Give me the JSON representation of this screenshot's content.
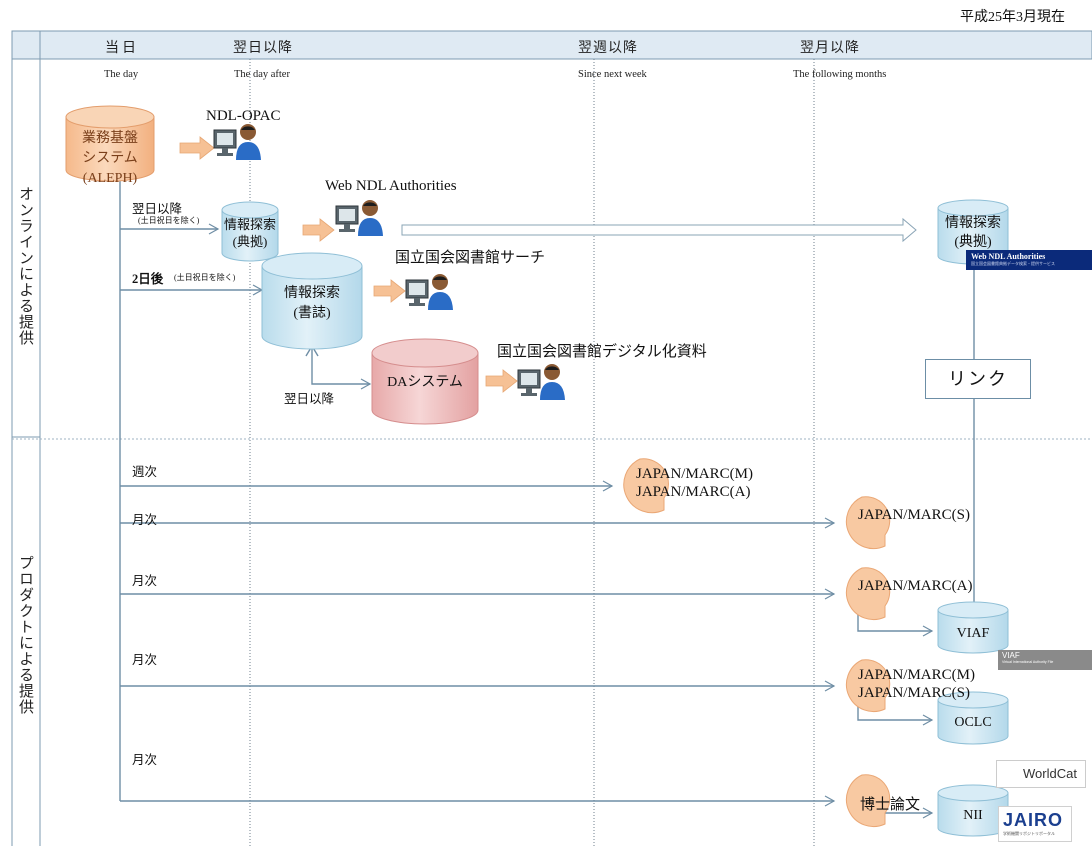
{
  "date_note": "平成25年3月現在",
  "columns": [
    {
      "ja": "当日",
      "en": "The day"
    },
    {
      "ja": "翌日以降",
      "en": "The day after"
    },
    {
      "ja": "翌週以降",
      "en": "Since next week"
    },
    {
      "ja": "翌月以降",
      "en": "The following months"
    }
  ],
  "rows": {
    "online": "オンラインによる提供",
    "product": "プロダクトによる提供"
  },
  "source_system": {
    "line1": "業務基盤",
    "line2": "システム",
    "line3": "(ALEPH)"
  },
  "online": {
    "ndl_opac": "NDL-OPAC",
    "web_ndl_authorities": "Web NDL Authorities",
    "next_day_label": "翌日以降",
    "next_day_note": "(土日祝日を除く)",
    "two_days_label": "2日後",
    "two_days_note": "(土日祝日を除く)",
    "tenkyo": {
      "line1": "情報探索",
      "line2": "(典拠)"
    },
    "shoshi": {
      "line1": "情報探索",
      "line2": "(書誌)"
    },
    "ndl_search": "国立国会図書館サーチ",
    "da_label": "翌日以降",
    "da_system": "DAシステム",
    "digital": "国立国会図書館デジタル化資料",
    "tenkyo_right": {
      "line1": "情報探索",
      "line2": "(典拠)"
    },
    "wna_badge_title": "Web NDL Authorities",
    "wna_badge_sub": "国立国会図書館典拠データ検索・提供サービス",
    "link": "リンク"
  },
  "products": {
    "weekly": "週次",
    "monthly_1": "月次",
    "monthly_2": "月次",
    "monthly_3": "月次",
    "monthly_4": "月次",
    "marc_m": "JAPAN/MARC(M)",
    "marc_a": "JAPAN/MARC(A)",
    "marc_s": "JAPAN/MARC(S)",
    "marc_a2": "JAPAN/MARC(A)",
    "marc_m2": "JAPAN/MARC(M)",
    "marc_s2": "JAPAN/MARC(S)",
    "thesis": "博士論文",
    "viaf": "VIAF",
    "viaf_badge": "VIAF",
    "viaf_badge_sub": "Virtual International Authority File",
    "oclc": "OCLC",
    "worldcat": "WorldCat",
    "nii": "NII",
    "jairo": "JAIRO",
    "jairo_sub": "学術機関リポジトリポータル"
  },
  "colors": {
    "header_bg": "#dfeaf3",
    "grid": "#7e9bb0",
    "orange_fill": "#f8c9a2",
    "blue_fill": "#cfe6f1",
    "pink_fill": "#eec0c0",
    "arrow": "#6f8ea5",
    "orange_arrow": "#f0b47e"
  }
}
